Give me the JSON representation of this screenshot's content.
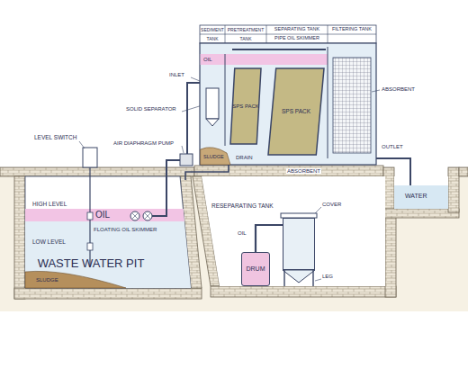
{
  "diagram": {
    "nodes": [
      {
        "text": [
          "SPS PACK"
        ]
      },
      {
        "text": [
          "SPS PACK"
        ]
      },
      {
        "text": [
          "WASTE WATER PIT"
        ]
      },
      {
        "text": [
          "RESEPARATING TANK"
        ]
      },
      {
        "text": [
          "DRUM"
        ]
      }
    ],
    "edges": [
      {
        "from": 3,
        "to": 4,
        "arrow": "none"
      }
    ],
    "labels": [
      "SEDIMENT",
      "PRETREATMENT",
      "SEPARATING TANK",
      "FILTERING TANK",
      "TANK",
      "TANK",
      "PIPE OIL SKIMMER",
      "OIL",
      "INLET",
      "SOLID SEPARATOR",
      "AIR DIAPHRAGM PUMP",
      "SLUDGE",
      "ABSORBENT",
      "OUTLET",
      "ABSORBENT",
      "DRAIN",
      "WATER",
      "LEVEL SWITCH",
      "HIGH LEVEL",
      "OIL",
      "FLOATING OIL SKIMMER",
      "LOW LEVEL",
      "SLUDGE",
      "COVER",
      "OIL",
      "LEG"
    ]
  }
}
